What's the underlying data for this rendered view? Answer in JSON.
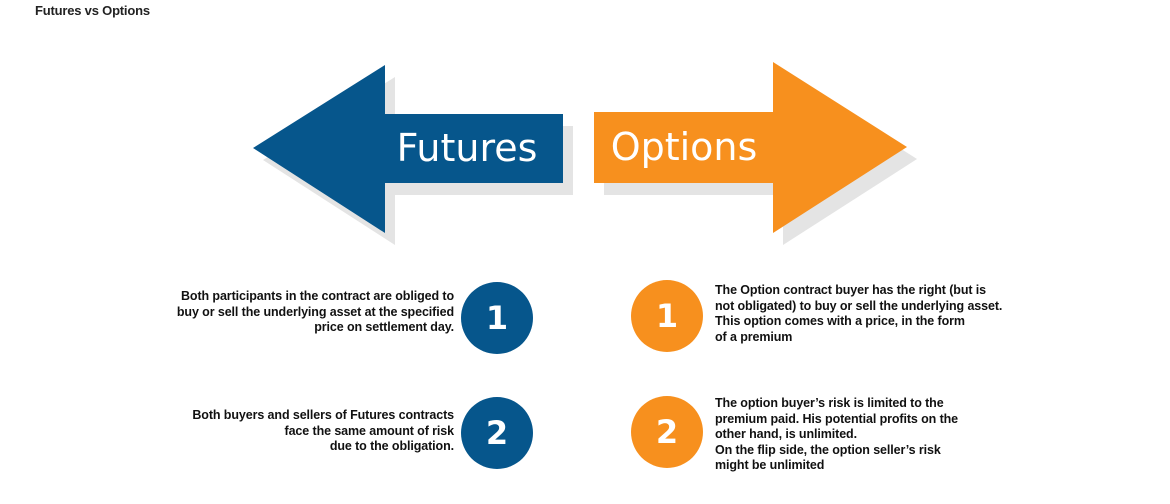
{
  "page": {
    "title": "Futures vs Options"
  },
  "colors": {
    "futures": "#06568c",
    "options": "#f7901e",
    "shadow": "#e4e4e4",
    "text": "#111111"
  },
  "arrows": {
    "futures": {
      "label": "Futures",
      "direction": "left"
    },
    "options": {
      "label": "Options",
      "direction": "right"
    }
  },
  "futures_points": [
    {
      "number": "1",
      "lines": [
        "Both participants in the contract are obliged to",
        "buy or sell the underlying asset at the specified",
        "price on settlement day."
      ]
    },
    {
      "number": "2",
      "lines": [
        "Both buyers and sellers of Futures contracts",
        "face the same amount of risk",
        "due to the obligation."
      ]
    }
  ],
  "options_points": [
    {
      "number": "1",
      "lines": [
        "The Option contract buyer has the right (but is",
        "not obligated) to buy or sell the underlying asset.",
        "This option comes with a price, in the form",
        "of a premium"
      ]
    },
    {
      "number": "2",
      "lines": [
        "The option buyer’s risk is limited to the",
        "premium paid. His potential profits on the",
        "other hand, is unlimited.",
        "On the flip side, the option seller’s risk",
        "might be unlimited"
      ]
    }
  ]
}
